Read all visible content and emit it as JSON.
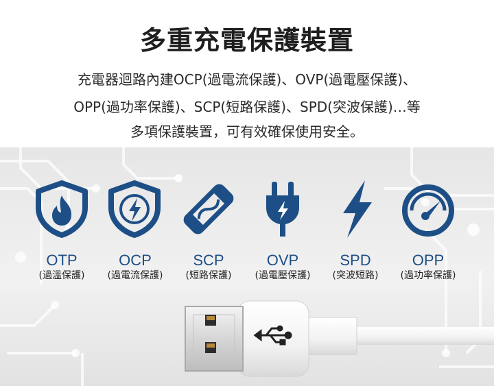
{
  "title": "多重充電保護裝置",
  "description": {
    "line1": "充電器迴路內建OCP(過電流保護)、OVP(過電壓保護)、",
    "line2": "OPP(過功率保護)、SCP(短路保護)、SPD(突波保護)…等",
    "line3": "多項保護裝置，可有效確保使用安全。"
  },
  "features": [
    {
      "abbr": "OTP",
      "name": "(過溫保護)",
      "icon": "flame-shield-icon"
    },
    {
      "abbr": "OCP",
      "name": "(過電流保護)",
      "icon": "bolt-shield-icon"
    },
    {
      "abbr": "SCP",
      "name": "(短路保護)",
      "icon": "fuse-icon"
    },
    {
      "abbr": "OVP",
      "name": "(過電壓保護)",
      "icon": "plug-icon"
    },
    {
      "abbr": "SPD",
      "name": "(突波短路)",
      "icon": "lightning-icon"
    },
    {
      "abbr": "OPP",
      "name": "(過功率保護)",
      "icon": "gauge-icon"
    }
  ],
  "colors": {
    "accent": "#1d4f86",
    "text": "#222222"
  }
}
